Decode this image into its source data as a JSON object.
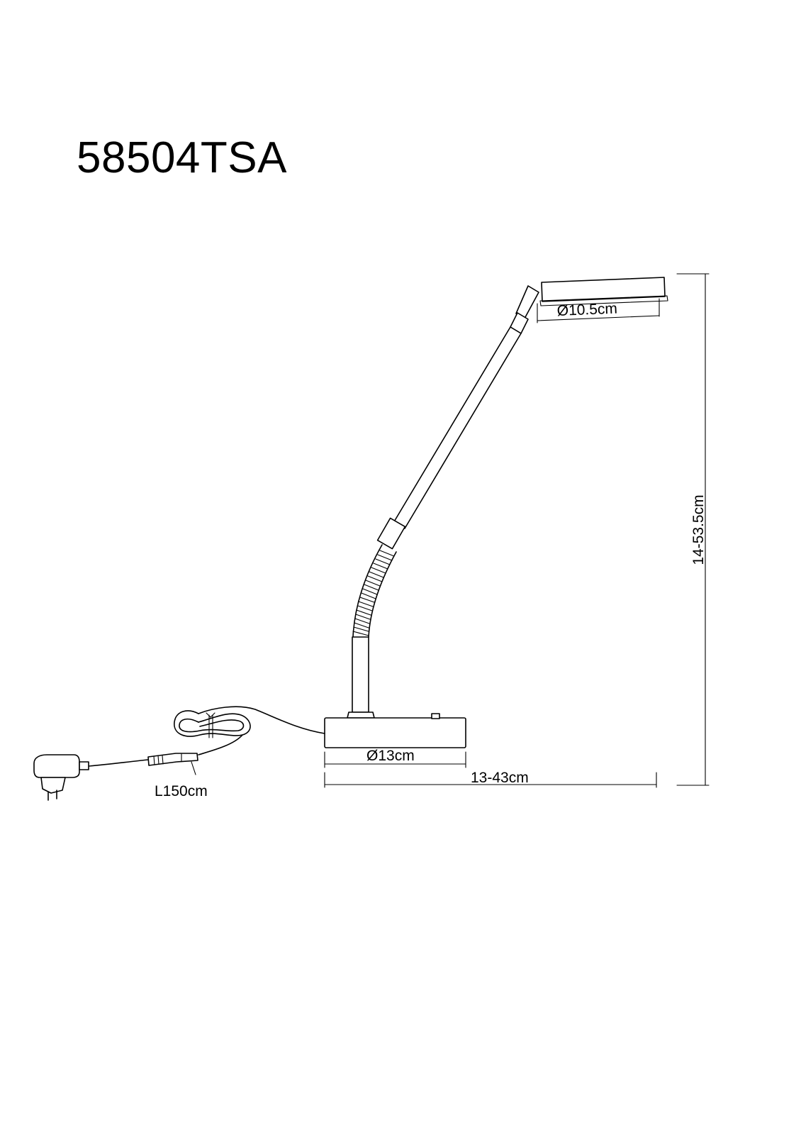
{
  "model": {
    "code": "58504TSA"
  },
  "dimensions": {
    "head_diameter": "Ø10.5cm",
    "base_diameter": "Ø13cm",
    "width_range": "13-43cm",
    "height_range": "14-53.5cm",
    "cable_length": "L150cm"
  }
}
